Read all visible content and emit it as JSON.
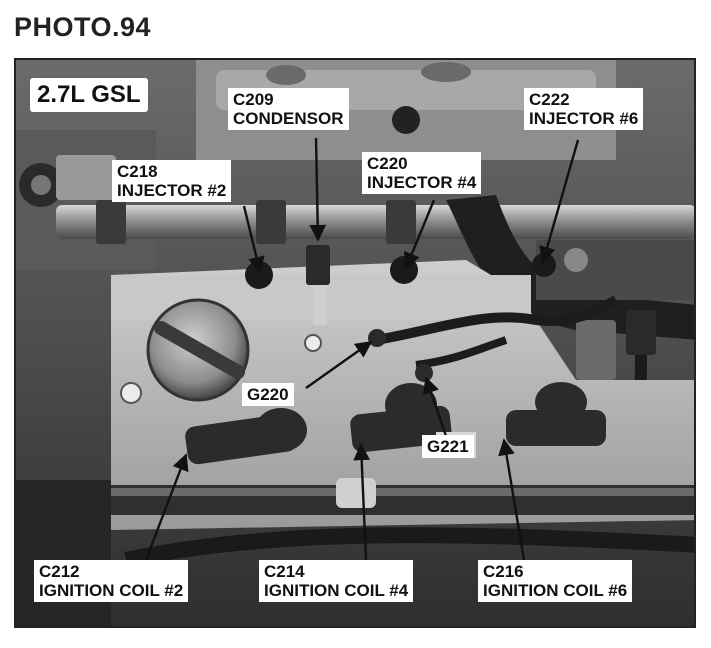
{
  "title": "PHOTO.94",
  "engine": "2.7L GSL",
  "connectors": {
    "c209": {
      "id": "C209",
      "name": "CONDENSOR"
    },
    "c218": {
      "id": "C218",
      "name": "INJECTOR #2"
    },
    "c220": {
      "id": "C220",
      "name": "INJECTOR #4"
    },
    "c222": {
      "id": "C222",
      "name": "INJECTOR #6"
    },
    "c212": {
      "id": "C212",
      "name": "IGNITION COIL #2"
    },
    "c214": {
      "id": "C214",
      "name": "IGNITION COIL #4"
    },
    "c216": {
      "id": "C216",
      "name": "IGNITION COIL #6"
    }
  },
  "grounds": {
    "g220": "G220",
    "g221": "G221"
  },
  "colors": {
    "frame": "#222222",
    "label_bg": "#ffffff",
    "arrow": "#111111"
  }
}
